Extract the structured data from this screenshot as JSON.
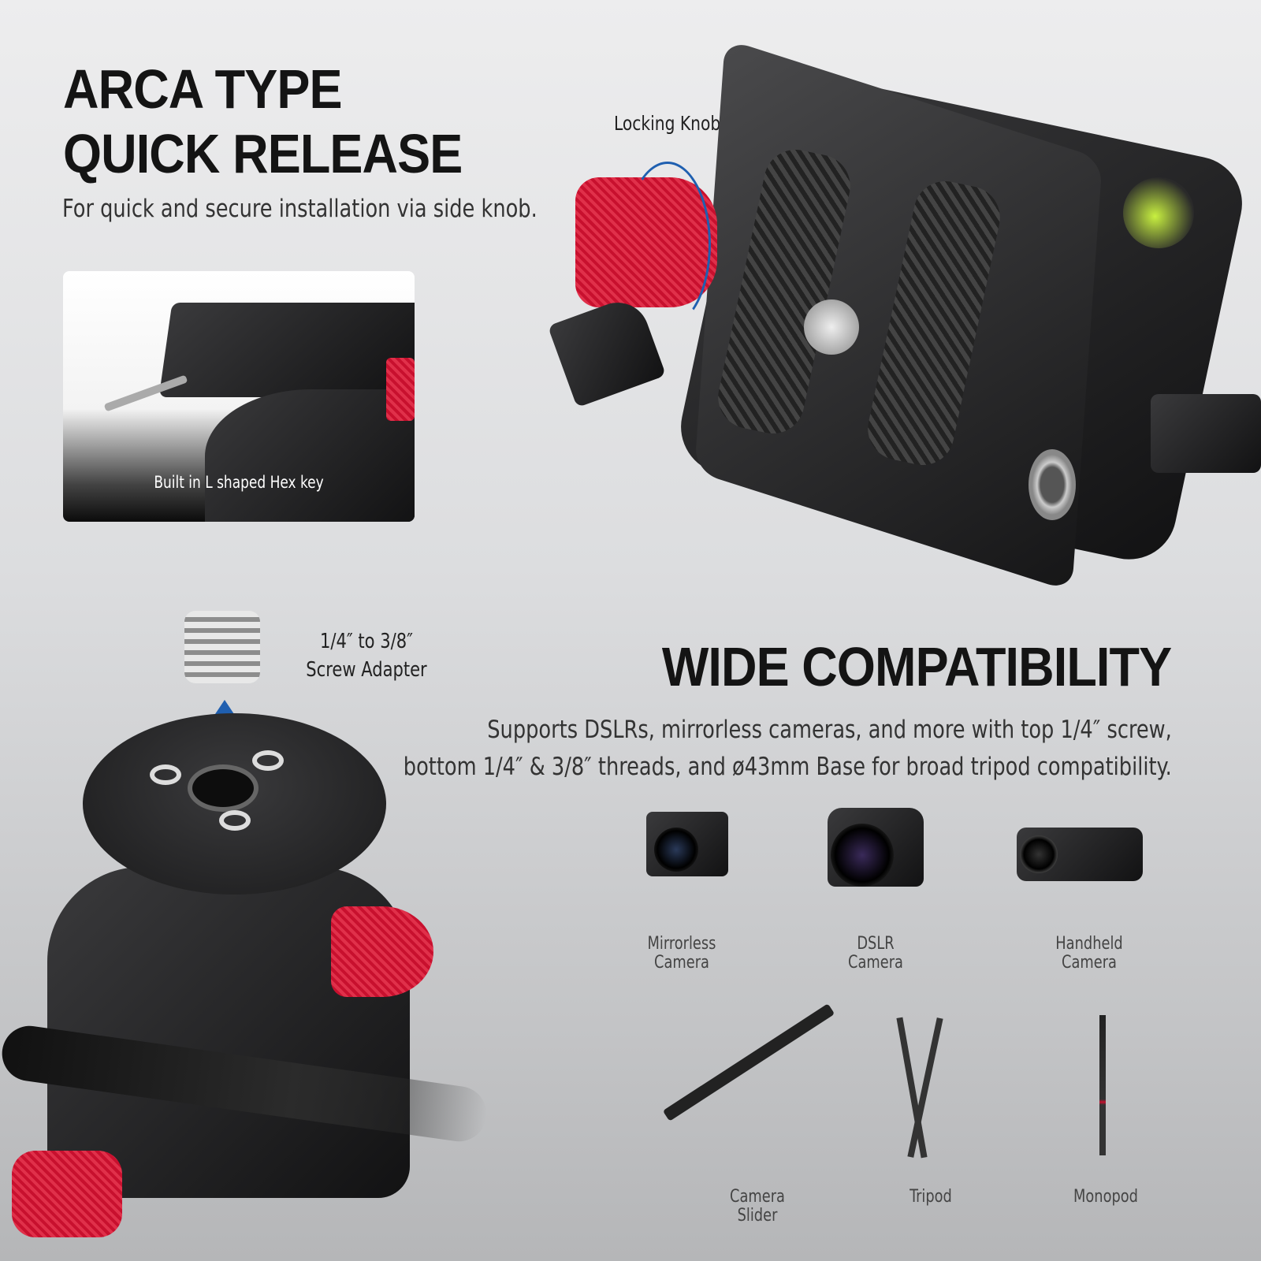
{
  "section1": {
    "title_line1": "ARCA TYPE",
    "title_line2": "QUICK RELEASE",
    "subtitle": "For quick and secure installation via side knob.",
    "inset_caption": "Built in L shaped Hex key",
    "callout": "Locking Knob"
  },
  "adapter": {
    "line1": "1/4″ to 3/8″",
    "line2": "Screw Adapter"
  },
  "section2": {
    "title": "WIDE COMPATIBILITY",
    "desc_line1": "Supports DSLRs, mirrorless cameras, and more with top 1/4″ screw,",
    "desc_line2": "bottom 1/4″ & 3/8″ threads, and ø43mm Base for broad tripod compatibility."
  },
  "devices": [
    {
      "line1": "Mirrorless",
      "line2": "Camera",
      "icon": "mirrorless-camera-icon"
    },
    {
      "line1": "DSLR",
      "line2": "Camera",
      "icon": "dslr-camera-icon"
    },
    {
      "line1": "Handheld",
      "line2": "Camera",
      "icon": "camcorder-icon"
    },
    {
      "line1": "Camera",
      "line2": "Slider",
      "icon": "camera-slider-icon"
    },
    {
      "line1": "Tripod",
      "line2": "",
      "icon": "tripod-icon"
    },
    {
      "line1": "Monopod",
      "line2": "",
      "icon": "monopod-icon"
    }
  ],
  "colors": {
    "knob_red": "#c8102e",
    "arrow_blue": "#1f5fb0",
    "body_dark": "#1c1c1d"
  }
}
